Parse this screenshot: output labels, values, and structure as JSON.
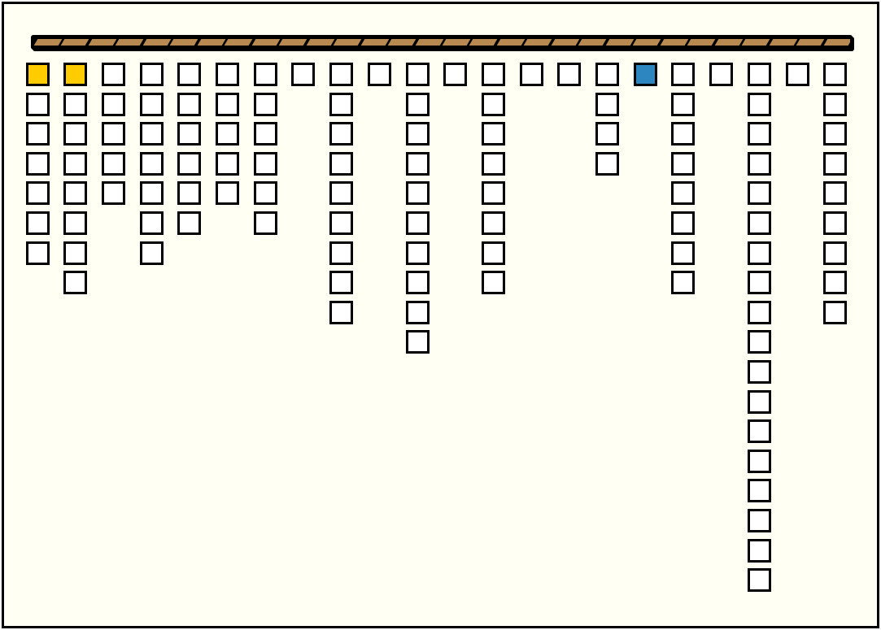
{
  "game": {
    "columns": [
      {
        "count": 7,
        "top_color": "#ffcc00"
      },
      {
        "count": 8,
        "top_color": "#ffcc00"
      },
      {
        "count": 5
      },
      {
        "count": 7
      },
      {
        "count": 6
      },
      {
        "count": 5
      },
      {
        "count": 6
      },
      {
        "count": 1
      },
      {
        "count": 9
      },
      {
        "count": 1
      },
      {
        "count": 10
      },
      {
        "count": 1
      },
      {
        "count": 8
      },
      {
        "count": 1
      },
      {
        "count": 1
      },
      {
        "count": 4
      },
      {
        "count": 1,
        "top_color": "#2e86c1"
      },
      {
        "count": 8
      },
      {
        "count": 1
      },
      {
        "count": 18
      },
      {
        "count": 1
      },
      {
        "count": 9
      }
    ],
    "rod_segments": 30,
    "colors": {
      "background": "#fffff4",
      "rod": "#b88a52",
      "tile": "#ffffff",
      "border": "#000000"
    }
  }
}
